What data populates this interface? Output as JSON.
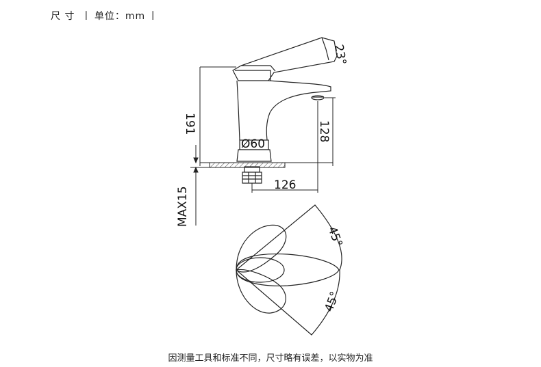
{
  "header": {
    "title": "尺 寸",
    "unit_label": "单位：mm"
  },
  "drawing": {
    "angle_top": "23°",
    "height_total": "191",
    "spout_height": "128",
    "base_diameter": "Ø60",
    "spout_reach": "126",
    "max_deck": "MAX15",
    "rotation_upper": "45°",
    "rotation_lower": "45°"
  },
  "footer": {
    "note": "因测量工具和标准不同，尺寸略有误差，以实物为准"
  }
}
